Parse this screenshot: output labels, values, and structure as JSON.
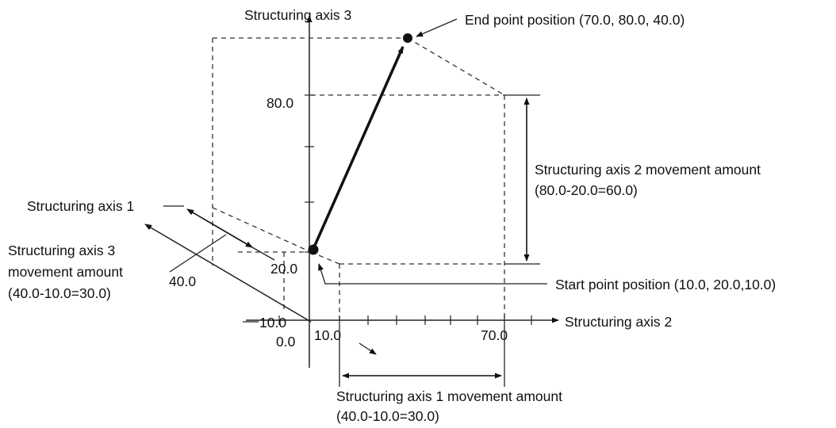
{
  "axes": {
    "axis3_label": "Structuring axis 3",
    "axis2_label": "Structuring axis 2",
    "axis1_label": "Structuring axis 1"
  },
  "ticks": {
    "v80": "80.0",
    "v20": "20.0",
    "h10": "10.0",
    "h70": "70.0",
    "origin": "0.0",
    "neg10": "10.0",
    "d40": "40.0"
  },
  "points": {
    "end_label": "End point position (70.0, 80.0, 40.0)",
    "start_label": "Start point position (10.0, 20.0,10.0)"
  },
  "movement": {
    "axis2_line1": "Structuring axis 2 movement amount",
    "axis2_line2": "(80.0-20.0=60.0)",
    "axis3_line1": "Structuring axis 3",
    "axis3_line2": "movement amount",
    "axis3_line3": "(40.0-10.0=30.0)",
    "axis1_line1": "Structuring axis 1 movement amount",
    "axis1_line2": "(40.0-10.0=30.0)"
  },
  "colors": {
    "ink": "#111111",
    "background": "#ffffff"
  }
}
